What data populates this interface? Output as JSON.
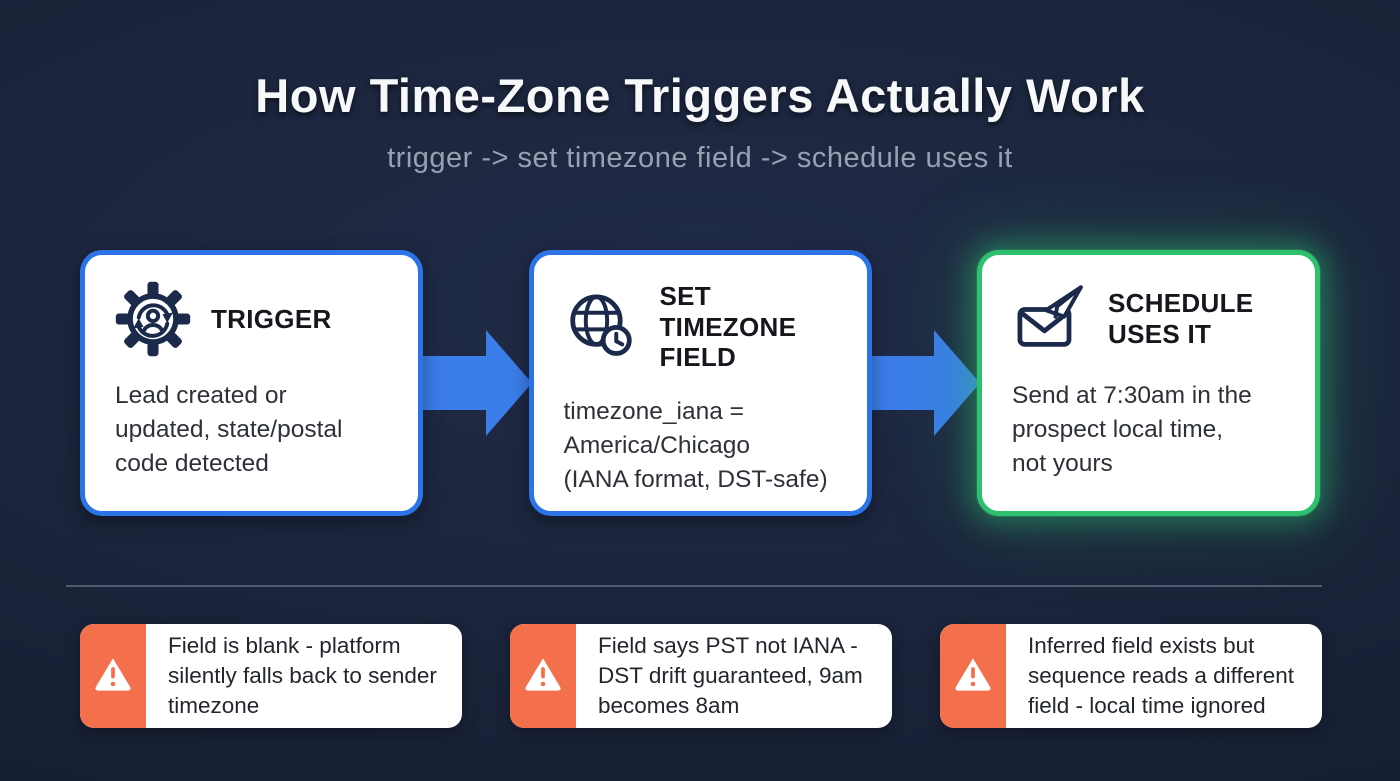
{
  "header": {
    "title": "How Time-Zone Triggers Actually Work",
    "subtitle": "trigger -> set timezone field -> schedule uses it"
  },
  "flow": {
    "steps": [
      {
        "icon": "gear-sync-icon",
        "accent": "#2b73e6",
        "title_lines": [
          "TRIGGER"
        ],
        "body_lines": [
          "Lead created or",
          "updated, state/postal",
          "code detected"
        ]
      },
      {
        "icon": "globe-clock-icon",
        "accent": "#2b73e6",
        "title_lines": [
          "SET TIMEZONE",
          "FIELD"
        ],
        "body_lines": [
          "timezone_iana =",
          "America/Chicago",
          "(IANA format, DST-safe)"
        ]
      },
      {
        "icon": "send-email-icon",
        "accent": "#2fc06e",
        "title_lines": [
          "SCHEDULE",
          "USES IT"
        ],
        "body_lines": [
          "Send at 7:30am in the",
          "prospect local time,",
          "not yours"
        ]
      }
    ],
    "arrow_color": "#3b7de9"
  },
  "warnings": {
    "items": [
      {
        "icon": "warning-triangle-icon",
        "lines": [
          "Field is blank - platform",
          "silently falls back to sender",
          "timezone"
        ]
      },
      {
        "icon": "warning-triangle-icon",
        "lines": [
          "Field says PST not IANA -",
          "DST drift guaranteed, 9am",
          "becomes 8am"
        ]
      },
      {
        "icon": "warning-triangle-icon",
        "lines": [
          "Inferred field exists but",
          "sequence reads a different",
          "field - local time ignored"
        ]
      }
    ]
  },
  "colors": {
    "background": "#1a2339",
    "card_border_blue": "#2b73e6",
    "arrow_blue": "#3b7de9",
    "card_border_green": "#2fc06e",
    "warning_orange": "#f4704d",
    "icon_navy": "#1b2a4a",
    "title_white": "#f6f8fa",
    "subtitle_gray": "#98a1b0"
  }
}
